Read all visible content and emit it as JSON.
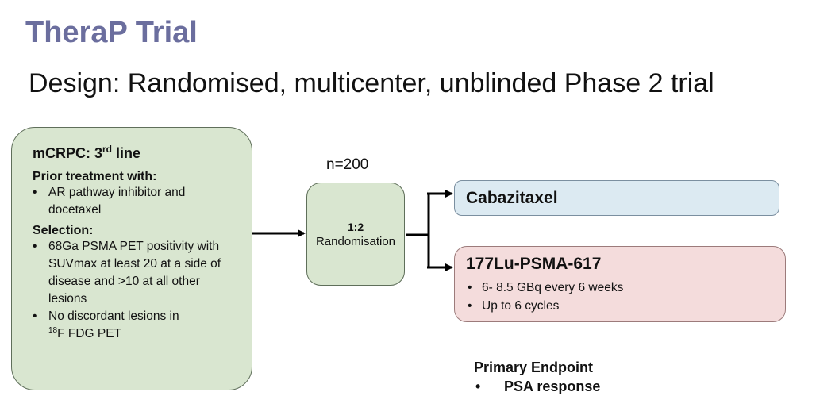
{
  "slide": {
    "title": "TheraP Trial",
    "subtitle": "Design: Randomised, multicenter, unblinded Phase 2 trial"
  },
  "population": {
    "heading_main": "mCRPC: 3",
    "heading_sup": "rd",
    "heading_tail": " line",
    "prior_label": "Prior treatment with:",
    "prior_items": [
      "AR pathway inhibitor and docetaxel"
    ],
    "selection_label": "Selection:",
    "selection_items": [
      "68Ga PSMA PET positivity with SUVmax at least 20 at a side of disease and >10 at all other lesions",
      "No discordant lesions in"
    ],
    "fdg_sup": "18",
    "fdg_text": "F FDG PET"
  },
  "randomisation": {
    "n_label": "n=200",
    "ratio": "1:2",
    "label": "Randomisation"
  },
  "arms": [
    {
      "title": "Cabazitaxel",
      "items": []
    },
    {
      "title": "177Lu-PSMA-617",
      "items": [
        "6- 8.5 GBq every 6 weeks",
        "Up to 6 cycles"
      ]
    }
  ],
  "endpoint": {
    "title": "Primary Endpoint",
    "bullet": "•",
    "item": "PSA response"
  },
  "colors": {
    "title": "#6b6e9e",
    "green_box": "#d9e6d0",
    "blue_box": "#dceaf2",
    "pink_box": "#f4dcdc"
  }
}
